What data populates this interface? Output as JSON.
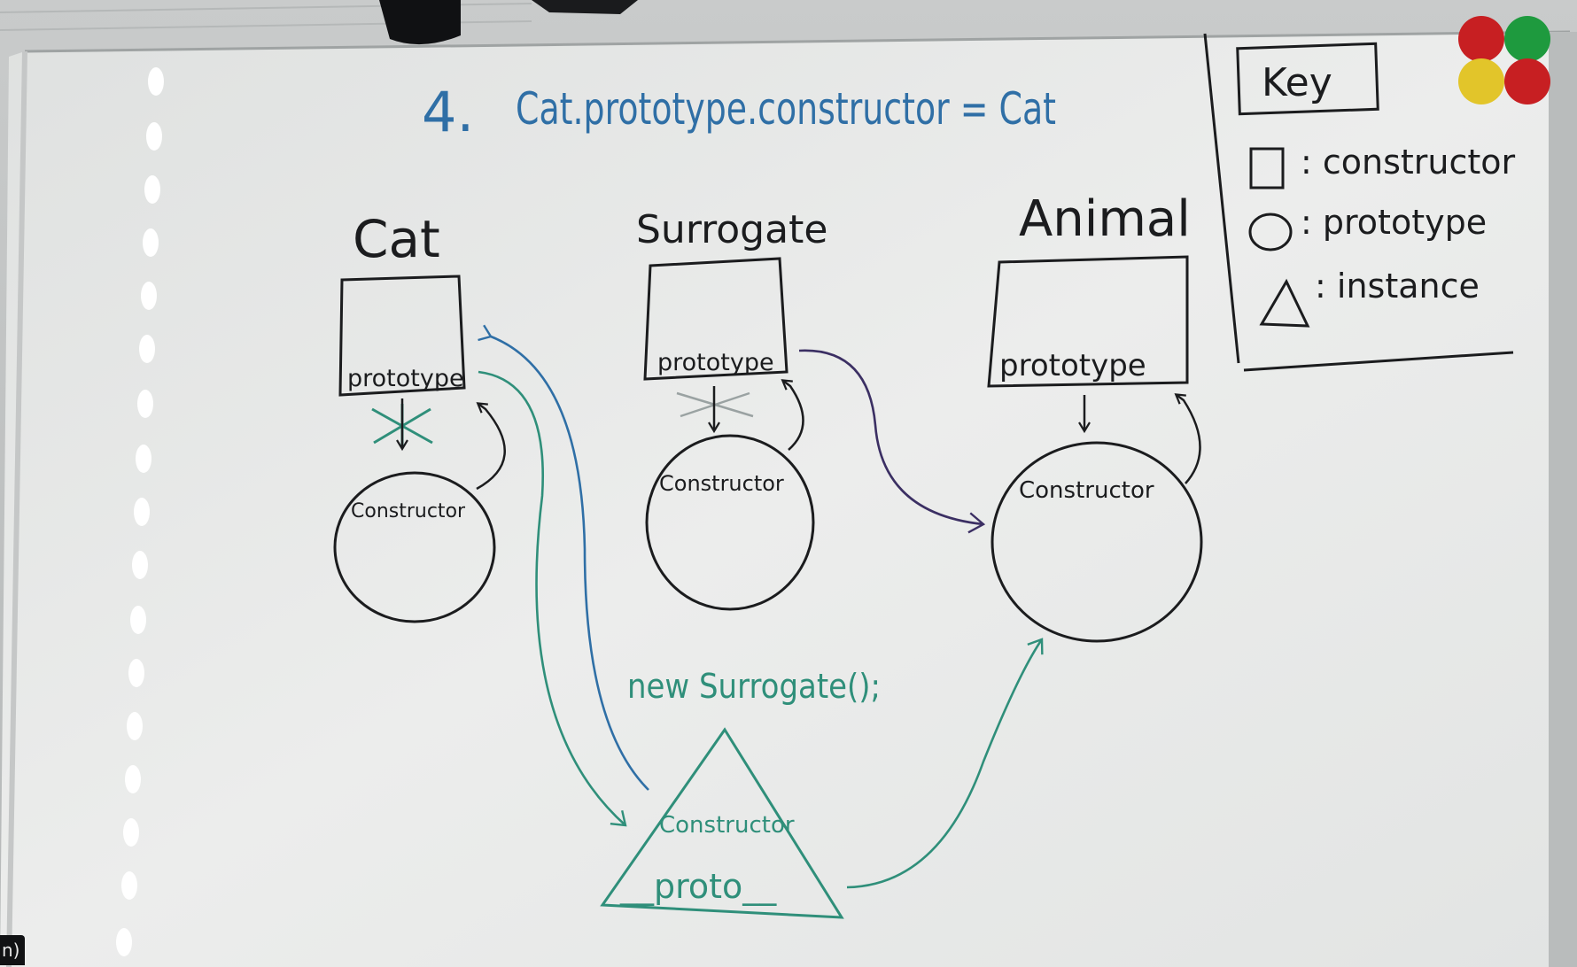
{
  "title": {
    "number": "4.",
    "statement": "Cat.prototype.constructor = Cat"
  },
  "key": {
    "heading": "Key",
    "entries": [
      {
        "shape": "square",
        "label": ": constructor"
      },
      {
        "shape": "circle",
        "label": ": prototype"
      },
      {
        "shape": "triangle",
        "label": ": instance"
      }
    ]
  },
  "constructors": {
    "cat": {
      "name": "Cat",
      "slot": "prototype",
      "proto_slot": "Constructor"
    },
    "surrogate": {
      "name": "Surrogate",
      "slot": "prototype",
      "proto_slot": "Constructor"
    },
    "animal": {
      "name": "Animal",
      "slot": "prototype",
      "proto_slot": "Constructor"
    }
  },
  "instance": {
    "expression": "new Surrogate();",
    "slot_constructor": "Constructor",
    "slot_proto": "__proto__"
  },
  "overlay": {
    "caption": "n)"
  },
  "colors": {
    "black_ink": "#1b1c1e",
    "blue_ink": "#2f6fa6",
    "green_ink": "#2f8f7a",
    "board": "#e9ebea",
    "magnet_red": "#c71f22",
    "magnet_green": "#1e9a3e",
    "magnet_yellow": "#e2c52a"
  }
}
